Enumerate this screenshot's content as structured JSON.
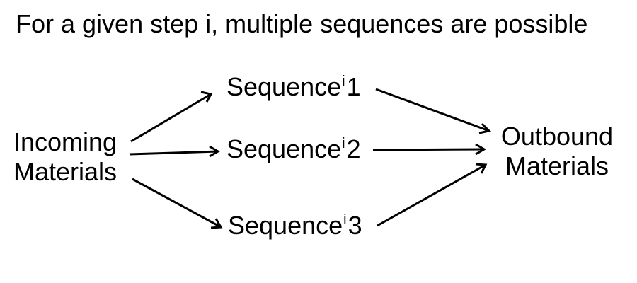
{
  "title": "For a given step i, multiple sequences are possible",
  "nodes": {
    "incoming": {
      "line1": "Incoming",
      "line2": "Materials"
    },
    "outbound": {
      "line1": "Outbound",
      "line2": "Materials"
    },
    "sequences": [
      {
        "word": "Sequence",
        "sup": "i",
        "number": "1"
      },
      {
        "word": "Sequence",
        "sup": "i",
        "number": "2"
      },
      {
        "word": "Sequence",
        "sup": "i",
        "number": "3"
      }
    ]
  },
  "edges": [
    {
      "from": "Incoming Materials",
      "to": "Sequence 1"
    },
    {
      "from": "Incoming Materials",
      "to": "Sequence 2"
    },
    {
      "from": "Incoming Materials",
      "to": "Sequence 3"
    },
    {
      "from": "Sequence 1",
      "to": "Outbound Materials"
    },
    {
      "from": "Sequence 2",
      "to": "Outbound Materials"
    },
    {
      "from": "Sequence 3",
      "to": "Outbound Materials"
    }
  ]
}
